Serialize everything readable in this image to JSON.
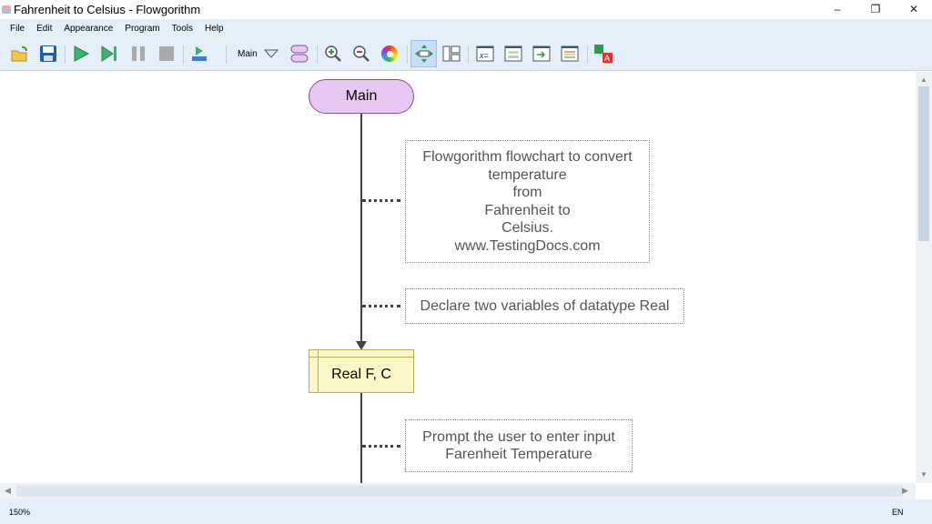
{
  "window": {
    "title": "Fahrenheit to Celsius - Flowgorithm",
    "minimize": "–",
    "maximize": "❐",
    "close": "✕"
  },
  "menu": [
    "File",
    "Edit",
    "Appearance",
    "Program",
    "Tools",
    "Help"
  ],
  "toolbar": {
    "function_select": "Main",
    "icons": [
      "open-icon",
      "save-icon",
      "run-icon",
      "step-icon",
      "pause-icon",
      "stop-icon",
      "run-speed-icon",
      "function-dropdown-icon",
      "add-function-icon",
      "zoom-in-icon",
      "zoom-out-icon",
      "color-scheme-icon",
      "center-view-icon",
      "layout-icon",
      "variables-window-icon",
      "console-window-icon",
      "watch-window-icon",
      "source-code-icon",
      "translate-icon"
    ]
  },
  "flowchart": {
    "main_label": "Main",
    "comment1": [
      "Flowgorithm flowchart to convert",
      "temperature",
      "from",
      "Fahrenheit to",
      "Celsius.",
      "www.TestingDocs.com"
    ],
    "comment2": "Declare two variables of datatype Real",
    "declare": "Real F, C",
    "comment3": [
      "Prompt the user to enter input",
      "Farenheit Temperature"
    ]
  },
  "status": {
    "zoom": "150%",
    "language": "EN"
  },
  "colors": {
    "terminal": "#e6c8f2",
    "declare": "#fcf7c5",
    "chrome": "#e4effa"
  }
}
